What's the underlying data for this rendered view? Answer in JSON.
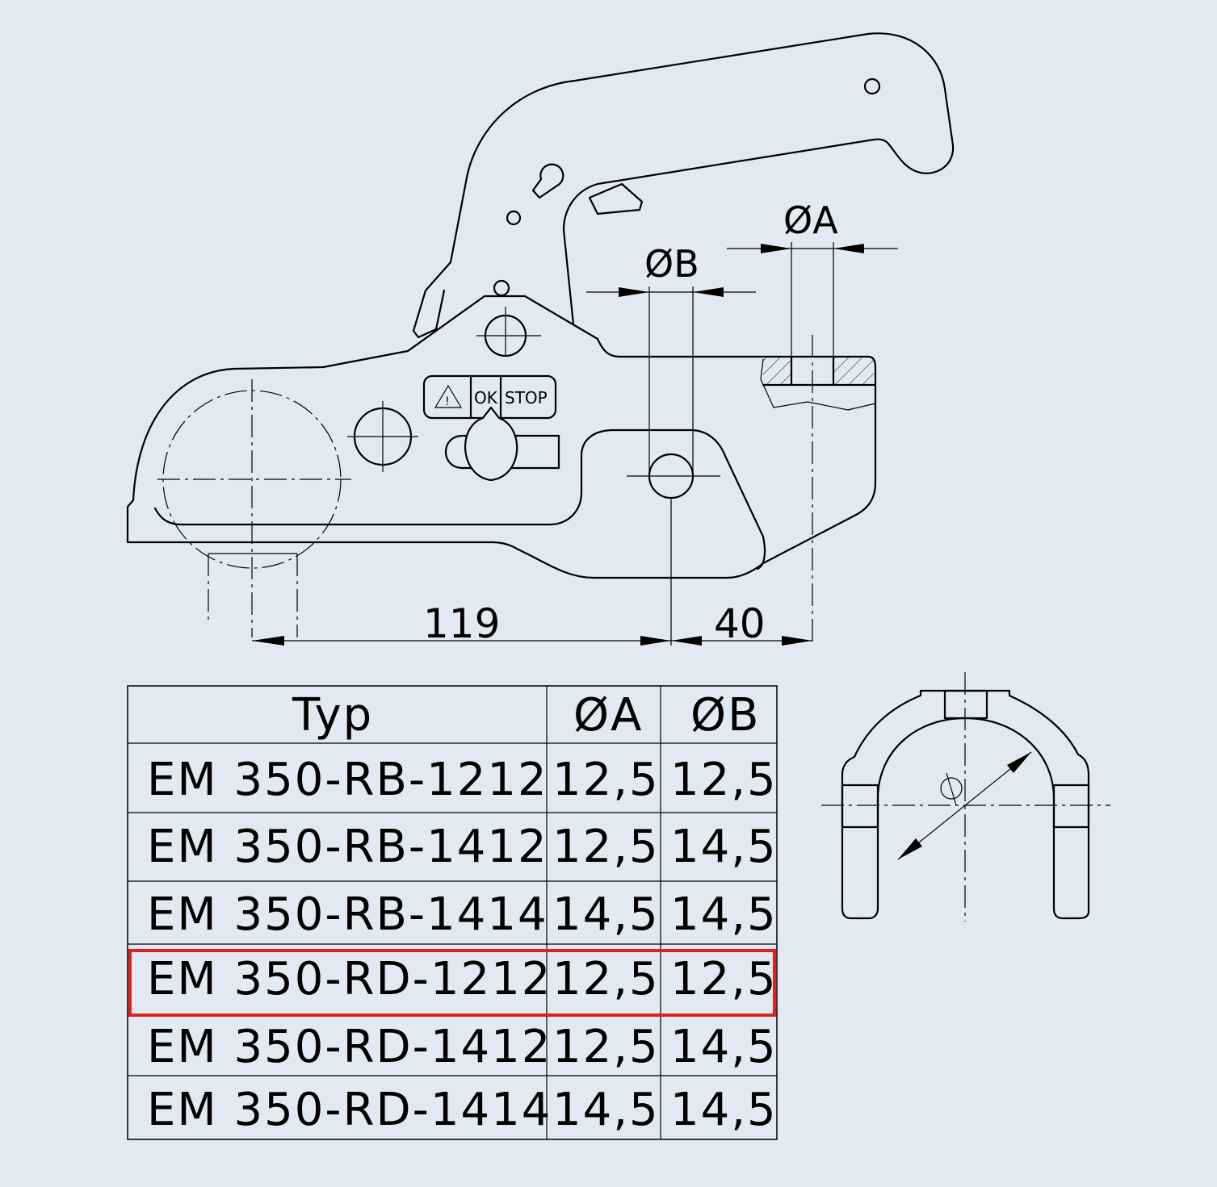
{
  "drawing": {
    "labels": {
      "dia_a": "ØA",
      "dia_b": "ØB",
      "dim_119": "119",
      "dim_40": "40",
      "ok": "OK",
      "stop": "STOP",
      "section_dia": "Ø"
    }
  },
  "table": {
    "headers": [
      "Typ",
      "ØA",
      "ØB"
    ],
    "rows": [
      [
        "EM 350-RB-1212",
        "12,5",
        "12,5"
      ],
      [
        "EM 350-RB-1412",
        "12,5",
        "14,5"
      ],
      [
        "EM 350-RB-1414",
        "14,5",
        "14,5"
      ],
      [
        "EM 350-RD-1212",
        "12,5",
        "12,5"
      ],
      [
        "EM 350-RD-1412",
        "12,5",
        "14,5"
      ],
      [
        "EM 350-RD-1414",
        "14,5",
        "14,5"
      ]
    ],
    "highlighted_row": 3,
    "highlight_color": "#e02020"
  }
}
